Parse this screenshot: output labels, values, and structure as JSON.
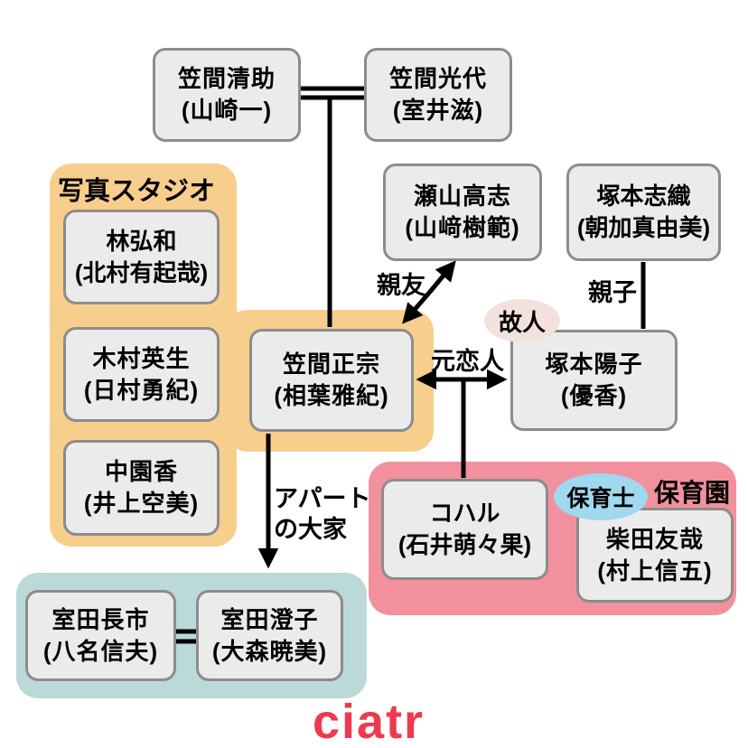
{
  "diagram_title": "drama-character-relationship-chart",
  "logo": {
    "text": "ciatr",
    "color": "#EE3A4E"
  },
  "groups": {
    "photo_studio": {
      "label": "写真スタジオ",
      "color": "#F8CE8D"
    },
    "nursery": {
      "label": "保育園",
      "color": "#F2909E"
    },
    "apartment": {
      "label": "",
      "color": "#BAD9D8"
    }
  },
  "badges": {
    "deceased": {
      "label": "故人",
      "color": "#F3E1DD"
    },
    "nursery_teacher": {
      "label": "保育士",
      "color": "#A0D8EE"
    }
  },
  "relations": {
    "best_friend": "親友",
    "parent_child": "親子",
    "ex_lovers": "元恋人",
    "landlord_line1": "アパート",
    "landlord_line2": "の大家"
  },
  "people": {
    "seisuke": {
      "name": "笠間清助",
      "actor": "(山崎一)"
    },
    "mitsuyo": {
      "name": "笠間光代",
      "actor": "(室井滋)"
    },
    "takashi": {
      "name": "瀬山高志",
      "actor": "(山﨑樹範)"
    },
    "shiori": {
      "name": "塚本志織",
      "actor": "(朝加真由美)"
    },
    "hirokazu": {
      "name": "林弘和",
      "actor": "(北村有起哉)"
    },
    "hideo": {
      "name": "木村英生",
      "actor": "(日村勇紀)"
    },
    "kaori": {
      "name": "中園香",
      "actor": "(井上空美)"
    },
    "masamune": {
      "name": "笠間正宗",
      "actor": "(相葉雅紀)"
    },
    "yoko": {
      "name": "塚本陽子",
      "actor": "(優香)"
    },
    "koharu": {
      "name": "コハル",
      "actor": "(石井萌々果)"
    },
    "tomoya": {
      "name": "柴田友哉",
      "actor": "(村上信五)"
    },
    "choichi": {
      "name": "室田長市",
      "actor": "(八名信夫)"
    },
    "sumiko": {
      "name": "室田澄子",
      "actor": "(大森暁美)"
    }
  },
  "style_colors": {
    "box_fill": "#EBEBEB",
    "box_border": "#8C8C8C",
    "line_color": "#000000"
  }
}
